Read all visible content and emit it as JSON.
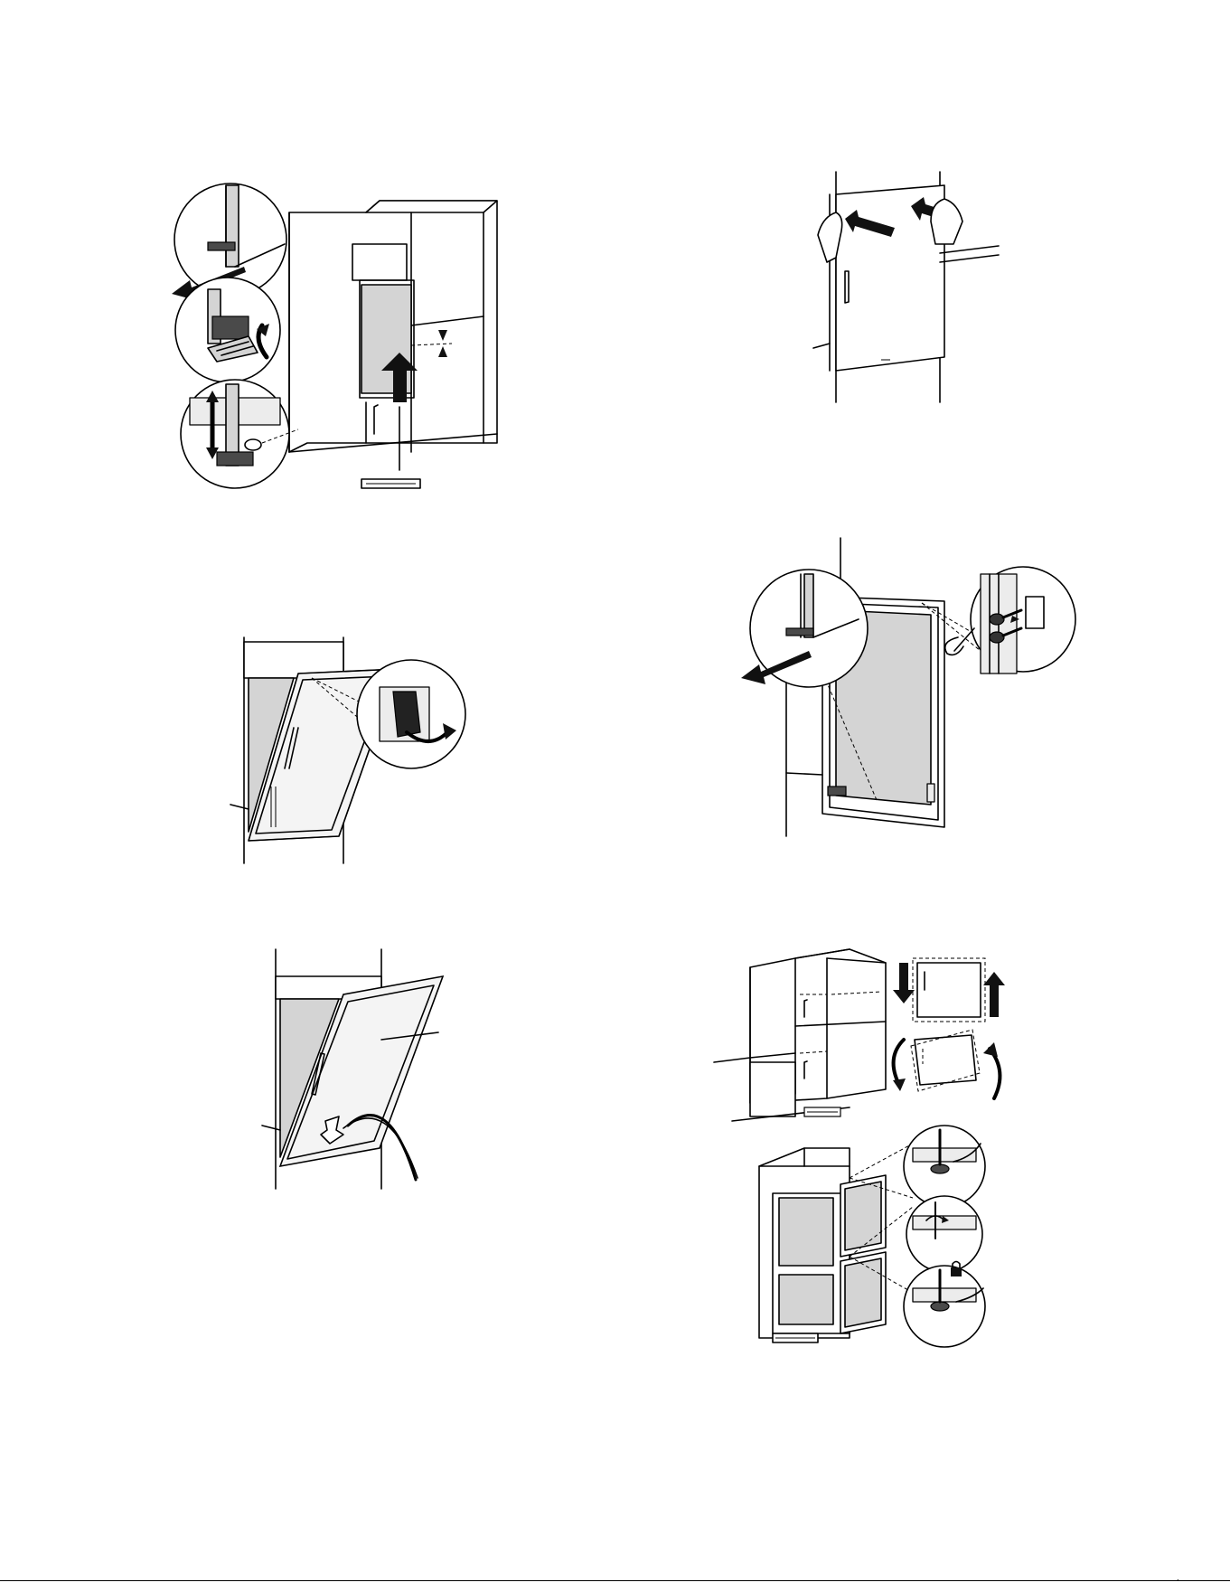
{
  "figures": [
    {
      "id": 1,
      "icon": "remove-clip-and-lift-door-illustration"
    },
    {
      "id": 2,
      "icon": "press-door-panel-illustration"
    },
    {
      "id": 3,
      "icon": "peel-adhesive-strip-illustration"
    },
    {
      "id": 4,
      "icon": "screw-bracket-to-door-illustration"
    },
    {
      "id": 5,
      "icon": "swing-door-closed-illustration"
    },
    {
      "id": 6,
      "icon": "adjust-and-lock-door-alignment-illustration"
    }
  ],
  "footer": {
    "mark": "·"
  }
}
